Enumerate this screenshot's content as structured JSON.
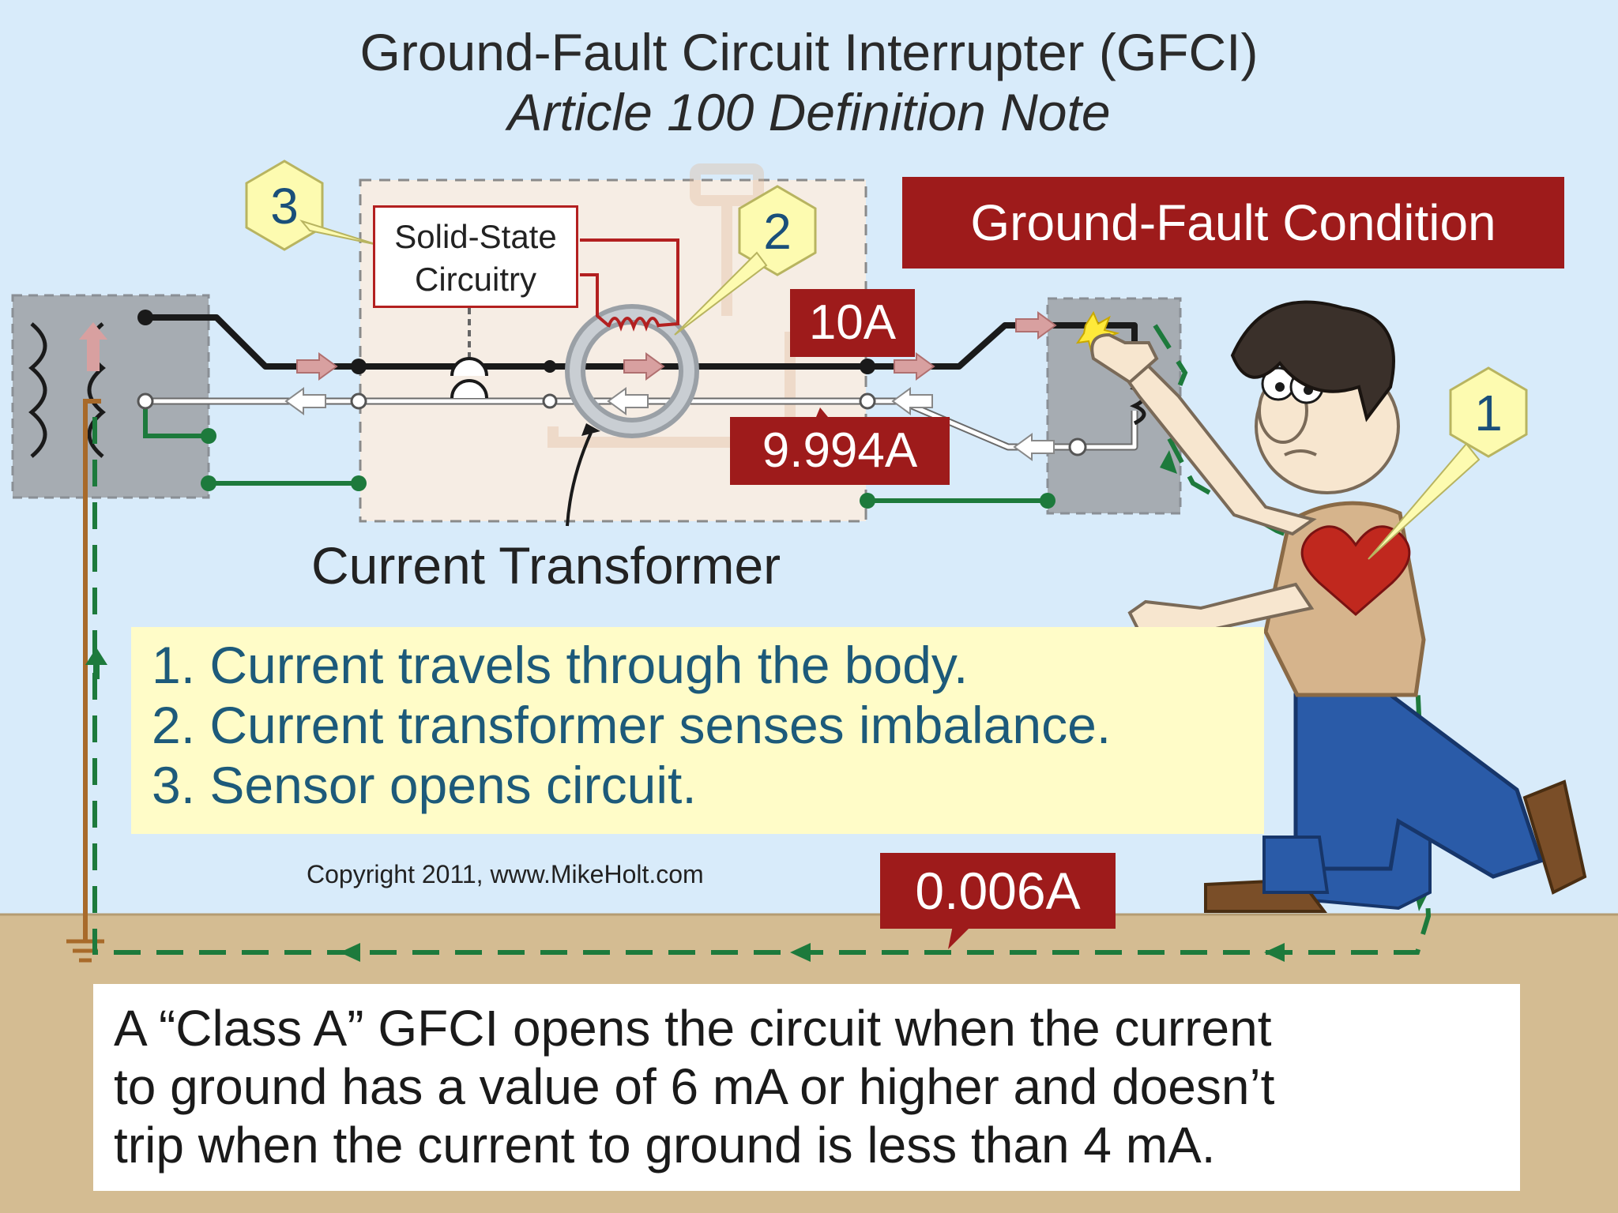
{
  "title": "Ground-Fault Circuit Interrupter (GFCI)",
  "subtitle": "Article 100 Definition Note",
  "condition_banner": "Ground-Fault Condition",
  "labels": {
    "solid_state_line1": "Solid-State",
    "solid_state_line2": "Circuitry",
    "current_transformer": "Current Transformer",
    "copyright": "Copyright 2011, www.MikeHolt.com"
  },
  "currents": {
    "hot": "10A",
    "neutral": "9.994A",
    "ground": "0.006A"
  },
  "callouts": [
    "3",
    "2",
    "1"
  ],
  "steps": [
    "1. Current travels through the body.",
    "2. Current transformer senses imbalance.",
    "3. Sensor opens circuit."
  ],
  "rule_text": [
    "A “Class A” GFCI opens the circuit when the current",
    "to ground has a value of 6 mA or higher and doesn’t",
    "trip when the current to ground is less than 4 mA."
  ],
  "colors": {
    "background": "#d8ebfa",
    "ground": "#d4bc92",
    "banner": "#9e1b1b",
    "callout": "#fdfbb0",
    "steps_box": "#fffcc8",
    "current_path": "#1d7a3c"
  }
}
